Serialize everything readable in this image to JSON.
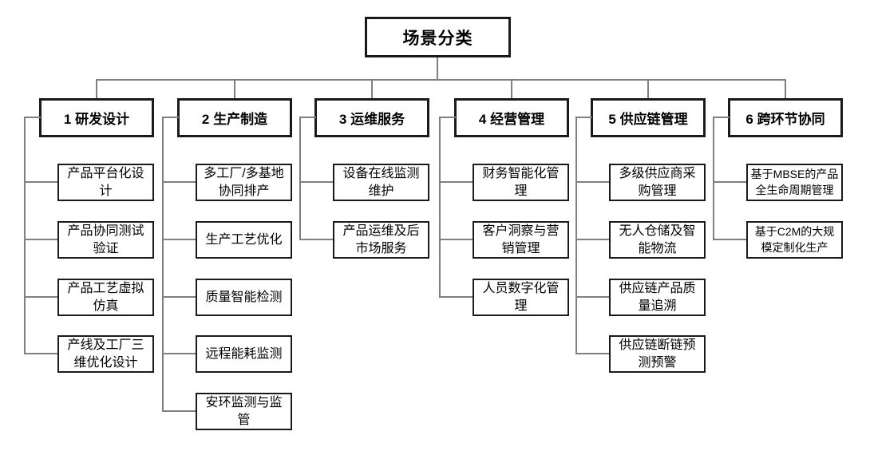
{
  "diagram": {
    "root": {
      "label": "场景分类"
    },
    "columns": [
      {
        "label": "1 研发设计",
        "children": [
          "产品平台化设计",
          "产品协同测试验证",
          "产品工艺虚拟仿真",
          "产线及工厂三维优化设计"
        ]
      },
      {
        "label": "2 生产制造",
        "children": [
          "多工厂/多基地协同排产",
          "生产工艺优化",
          "质量智能检测",
          "远程能耗监测",
          "安环监测与监管"
        ]
      },
      {
        "label": "3 运维服务",
        "children": [
          "设备在线监测维护",
          "产品运维及后市场服务"
        ]
      },
      {
        "label": "4 经营管理",
        "children": [
          "财务智能化管理",
          "客户洞察与营销管理",
          "人员数字化管理"
        ]
      },
      {
        "label": "5 供应链管理",
        "children": [
          "多级供应商采购管理",
          "无人仓储及智能物流",
          "供应链产品质量追溯",
          "供应链断链预测预警"
        ]
      },
      {
        "label": "6 跨环节协同",
        "children": [
          "基于MBSE的产品全生命周期管理",
          "基于C2M的大规模定制化生产"
        ]
      }
    ],
    "colors": {
      "background": "#ffffff",
      "box_fill": "#ffffff",
      "box_border": "#1a1a1a",
      "connector": "#7f7f7f",
      "text": "#000000"
    }
  }
}
